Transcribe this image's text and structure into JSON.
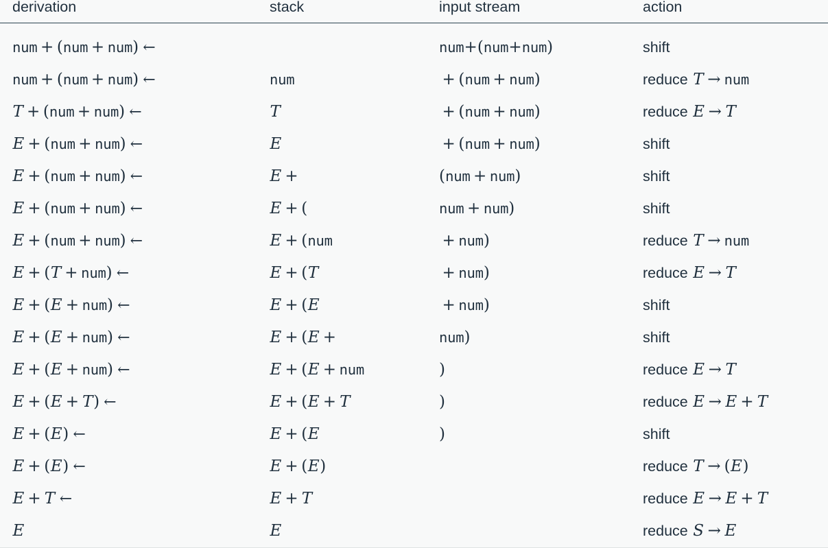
{
  "table": {
    "name": "shift-reduce-parse-trace",
    "columns": [
      {
        "key": "derivation",
        "label": "derivation"
      },
      {
        "key": "stack",
        "label": "stack"
      },
      {
        "key": "input_stream",
        "label": "input stream"
      },
      {
        "key": "action",
        "label": "action"
      }
    ],
    "rows": [
      {
        "derivation": "num + (num + num) ←",
        "stack": "",
        "input_stream": "num+(num+num)",
        "action": "shift"
      },
      {
        "derivation": "num + (num + num) ←",
        "stack": "num",
        "input_stream": "+(num + num)",
        "action": "reduce T → num"
      },
      {
        "derivation": "T + (num + num) ←",
        "stack": "T",
        "input_stream": "+(num + num)",
        "action": "reduce E → T"
      },
      {
        "derivation": "E + (num + num) ←",
        "stack": "E",
        "input_stream": "+(num + num)",
        "action": "shift"
      },
      {
        "derivation": "E + (num + num) ←",
        "stack": "E+",
        "input_stream": "(num + num)",
        "action": "shift"
      },
      {
        "derivation": "E + (num + num) ←",
        "stack": "E + (",
        "input_stream": "num + num)",
        "action": "shift"
      },
      {
        "derivation": "E + (num + num) ←",
        "stack": "E + (num",
        "input_stream": "+num)",
        "action": "reduce T → num"
      },
      {
        "derivation": "E + (T + num) ←",
        "stack": "E + (T",
        "input_stream": "+num)",
        "action": "reduce E → T"
      },
      {
        "derivation": "E + (E + num) ←",
        "stack": "E + (E",
        "input_stream": "+num)",
        "action": "shift"
      },
      {
        "derivation": "E + (E + num) ←",
        "stack": "E + (E+",
        "input_stream": "num)",
        "action": "shift"
      },
      {
        "derivation": "E + (E + num) ←",
        "stack": "E + (E + num",
        "input_stream": ")",
        "action": "reduce E → T"
      },
      {
        "derivation": "E + (E + T) ←",
        "stack": "E + (E + T",
        "input_stream": ")",
        "action": "reduce E → E + T"
      },
      {
        "derivation": "E + (E) ←",
        "stack": "E + (E",
        "input_stream": ")",
        "action": "shift"
      },
      {
        "derivation": "E + (E) ←",
        "stack": "E + (E)",
        "input_stream": "",
        "action": "reduce T → (E)"
      },
      {
        "derivation": "E + T ←",
        "stack": "E + T",
        "input_stream": "",
        "action": "reduce E → E + T"
      },
      {
        "derivation": "E",
        "stack": "E",
        "input_stream": "",
        "action": "reduce S → E"
      }
    ]
  },
  "colors": {
    "background": "#f8f9f9",
    "text": "#1f2f3d",
    "header_rule": "#2b4450",
    "bottom_rule": "#dfe3e3"
  }
}
